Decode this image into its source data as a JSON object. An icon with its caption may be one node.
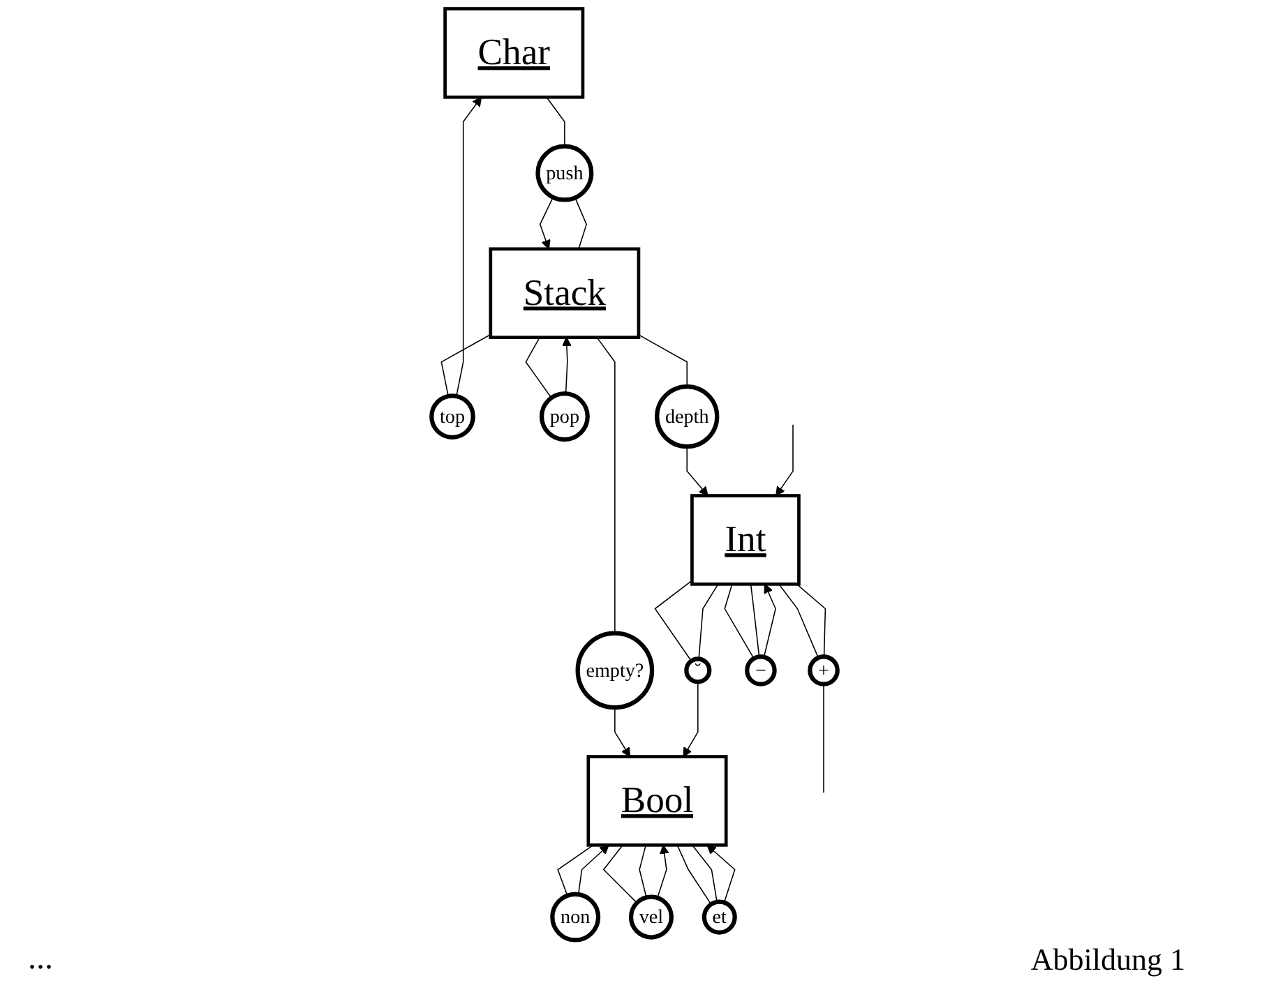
{
  "diagram": {
    "caption": "Abbildung 1",
    "nodes": [
      {
        "text": [
          "Char"
        ]
      },
      {
        "text": [
          "Stack"
        ]
      },
      {
        "text": [
          "Bool"
        ]
      },
      {
        "text": [
          "Int"
        ]
      },
      {
        "text": [
          "top"
        ]
      },
      {
        "text": [
          "empty?"
        ]
      },
      {
        "text": [
          "non"
        ]
      },
      {
        "text": [
          "vel"
        ]
      },
      {
        "text": [
          "et"
        ]
      },
      {
        "text": [
          "push"
        ]
      },
      {
        "text": [
          "pop"
        ]
      },
      {
        "text": [
          "depth"
        ]
      },
      {
        "text": [
          "˘"
        ]
      },
      {
        "text": [
          "−"
        ]
      },
      {
        "text": [
          "+"
        ]
      }
    ],
    "edges": [
      {
        "from": 1,
        "to": 4,
        "arrow": "none"
      },
      {
        "from": 4,
        "to": 0,
        "arrow": "to"
      },
      {
        "from": 1,
        "to": 5,
        "arrow": "none"
      },
      {
        "from": 5,
        "to": 2,
        "arrow": "to"
      },
      {
        "from": 2,
        "to": 6,
        "arrow": "none"
      },
      {
        "from": 6,
        "to": 2,
        "arrow": "to"
      },
      {
        "from": 2,
        "to": 7,
        "arrow": "none"
      },
      {
        "from": 2,
        "to": 7,
        "arrow": "none"
      },
      {
        "from": 7,
        "to": 2,
        "arrow": "to"
      },
      {
        "from": 2,
        "to": 8,
        "arrow": "none"
      },
      {
        "from": 2,
        "to": 8,
        "arrow": "none"
      },
      {
        "from": 8,
        "to": 2,
        "arrow": "to"
      },
      {
        "from": 0,
        "to": 9,
        "arrow": "none"
      },
      {
        "from": 1,
        "to": 9,
        "arrow": "none"
      },
      {
        "from": 9,
        "to": 1,
        "arrow": "to"
      },
      {
        "from": 1,
        "to": 10,
        "arrow": "none"
      },
      {
        "from": 10,
        "to": 1,
        "arrow": "to"
      },
      {
        "from": 1,
        "to": 11,
        "arrow": "none"
      },
      {
        "from": 11,
        "to": 3,
        "arrow": "to"
      },
      {
        "from": 3,
        "to": 12,
        "arrow": "none"
      },
      {
        "from": 3,
        "to": 12,
        "arrow": "none"
      },
      {
        "from": 12,
        "to": 2,
        "arrow": "to"
      },
      {
        "from": 3,
        "to": 13,
        "arrow": "none"
      },
      {
        "from": 3,
        "to": 13,
        "arrow": "none"
      },
      {
        "from": 13,
        "to": 3,
        "arrow": "to"
      },
      {
        "from": 3,
        "to": 14,
        "arrow": "none"
      },
      {
        "from": 3,
        "to": 14,
        "arrow": "none"
      },
      {
        "from": 14,
        "to": null,
        "arrow": "none"
      },
      {
        "from": null,
        "to": 3,
        "arrow": "to"
      }
    ],
    "labels": [
      "..."
    ]
  }
}
